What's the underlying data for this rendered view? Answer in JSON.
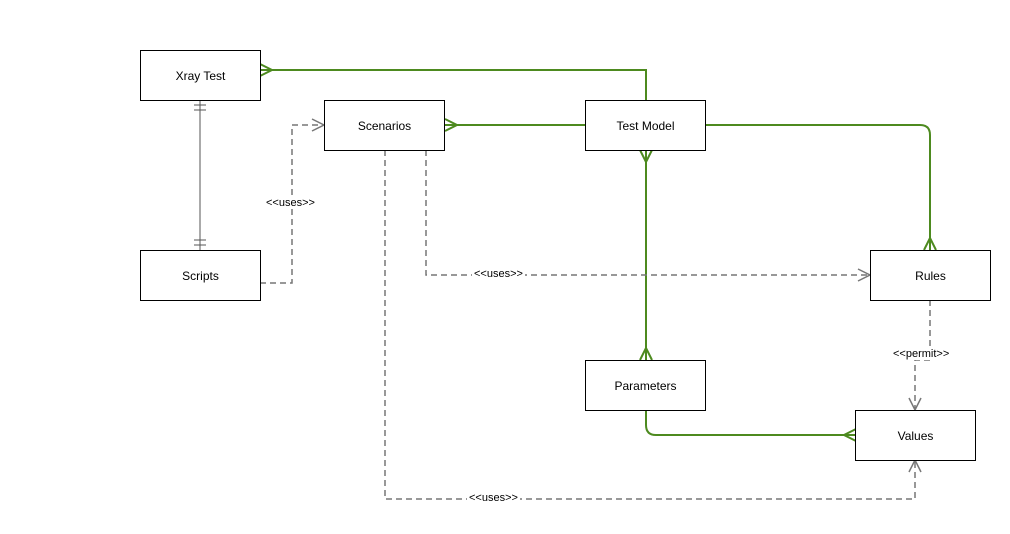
{
  "colors": {
    "composition": "#4d8a1f",
    "dependency": "#777777",
    "association": "#555555"
  },
  "nodes": {
    "xray_test": "Xray Test",
    "scenarios": "Scenarios",
    "test_model": "Test Model",
    "scripts": "Scripts",
    "rules": "Rules",
    "parameters": "Parameters",
    "values": "Values"
  },
  "edges": {
    "scripts_scenarios": "<<uses>>",
    "scenarios_rules": "<<uses>>",
    "rules_values": "<<permit>>",
    "scenarios_values": "<<uses>>"
  }
}
